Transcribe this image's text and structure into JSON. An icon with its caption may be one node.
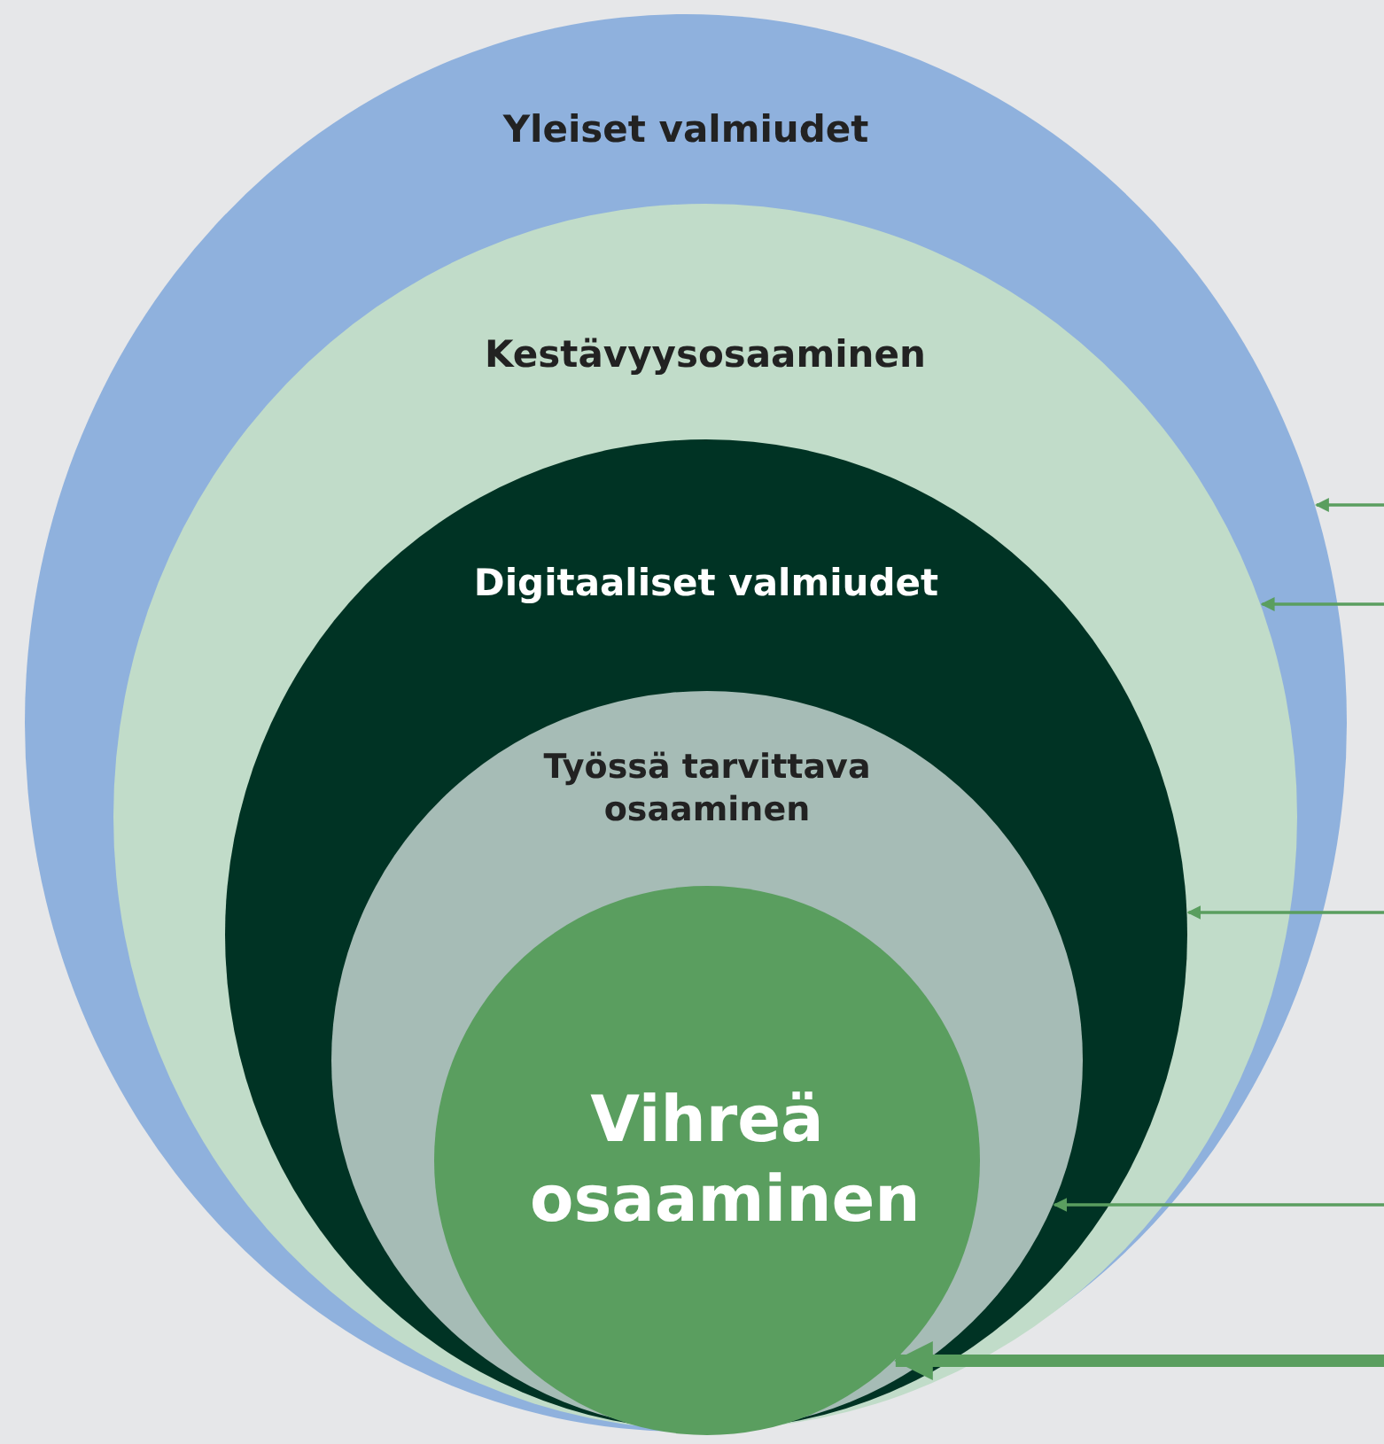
{
  "diagram": {
    "nodes": [
      {
        "text": [
          "Yleiset valmiudet"
        ]
      },
      {
        "text": [
          "Kestävyysosaaminen"
        ],
        "in": 0
      },
      {
        "text": [
          "Digitaaliset valmiudet"
        ],
        "in": 1
      },
      {
        "text": [
          "Työssä tarvittava osaaminen"
        ],
        "in": 2
      },
      {
        "text": [
          "Vihreä osaaminen"
        ],
        "in": 3
      }
    ],
    "edges": [
      {
        "from": null,
        "to": 0,
        "arrow": "to"
      },
      {
        "from": null,
        "to": 1,
        "arrow": "to"
      },
      {
        "from": null,
        "to": 2,
        "arrow": "to"
      },
      {
        "from": null,
        "to": 3,
        "arrow": "to"
      },
      {
        "from": null,
        "to": 4,
        "arrow": "to",
        "style": "thick"
      }
    ]
  }
}
